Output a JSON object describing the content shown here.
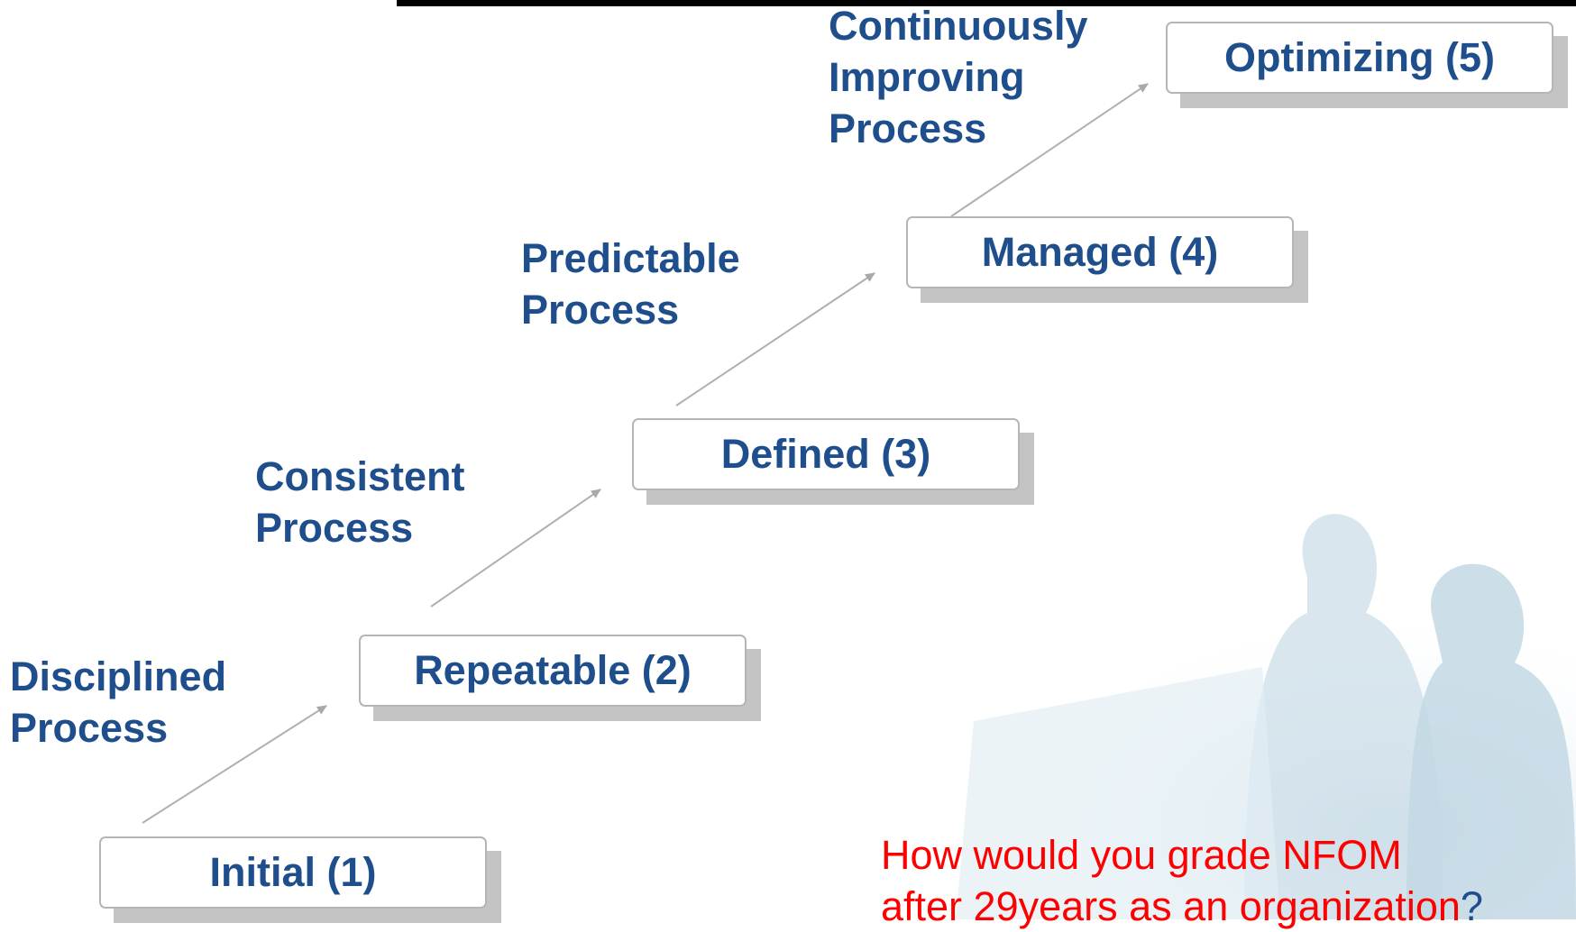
{
  "levels": [
    {
      "label": "Initial (1)"
    },
    {
      "label": "Repeatable (2)"
    },
    {
      "label": "Defined (3)"
    },
    {
      "label": "Managed (4)"
    },
    {
      "label": "Optimizing (5)"
    }
  ],
  "descriptions": [
    {
      "text": "Disciplined\nProcess"
    },
    {
      "text": "Consistent\nProcess"
    },
    {
      "text": "Predictable\nProcess"
    },
    {
      "text": "Continuously\nImproving\nProcess"
    }
  ],
  "question": {
    "text": "How would you grade  NFOM\nafter 29years as an organization",
    "mark": "?"
  },
  "colors": {
    "label_text": "#1f4e8c",
    "question_text": "#ff0000",
    "arrow": "#b0b0b0"
  }
}
